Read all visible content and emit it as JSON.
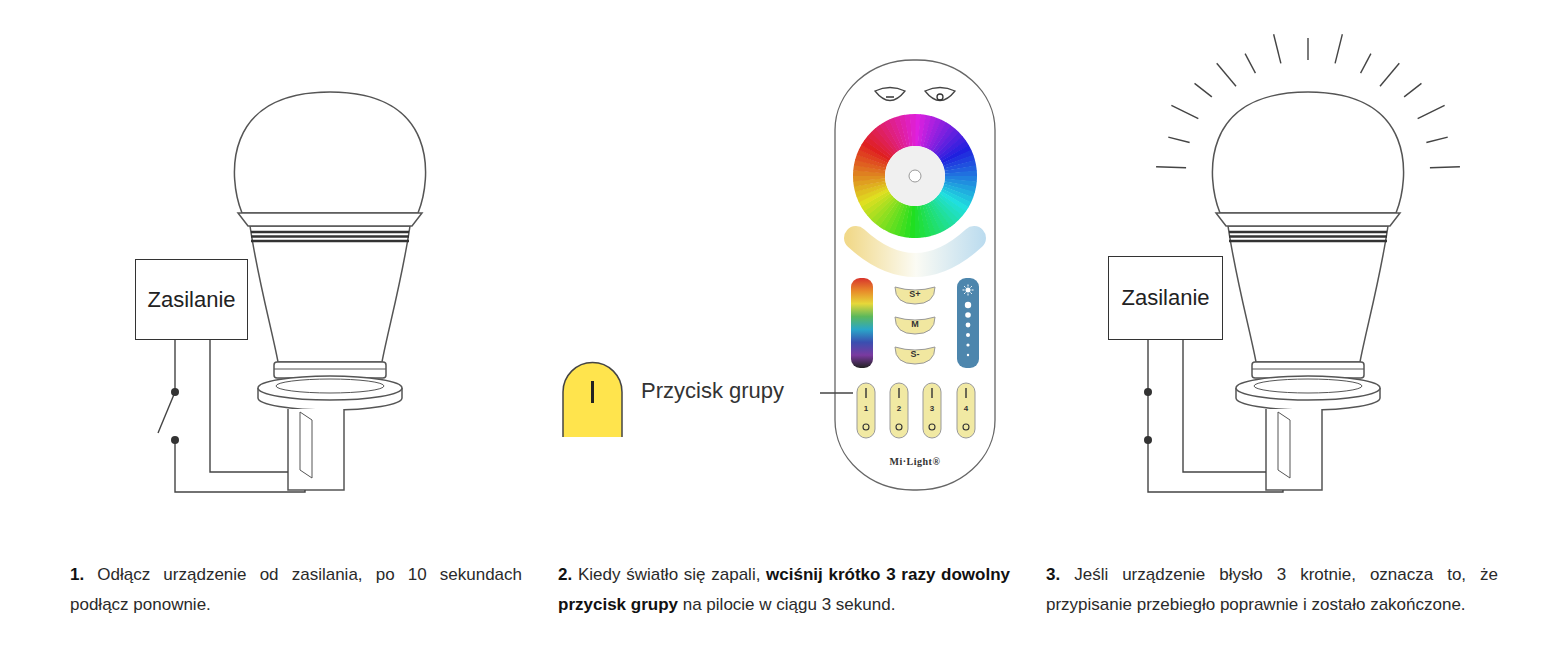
{
  "diagram": {
    "nodes": [
      {
        "text": [
          "Zasilanie"
        ]
      },
      {
        "text": [
          "Zasilanie"
        ]
      }
    ],
    "labels": [
      "Przycisk grupy",
      "S+",
      "M",
      "S-",
      "1",
      "2",
      "3",
      "4",
      "Mi·Light®",
      "1.",
      "Odłącz urządzenie od zasilania, po 10 sekundach podłącz ponownie.",
      "2.",
      "Kiedy światło się zapali,",
      "wciśnij krótko 3 razy dowolny przycisk grupy",
      "na pilocie w ciągu 3 sekund.",
      "3.",
      "Jeśli urządzenie błysło 3 krotnie, oznacza to, że przypisanie przebiegło poprawnie i zostało zakończone."
    ]
  }
}
